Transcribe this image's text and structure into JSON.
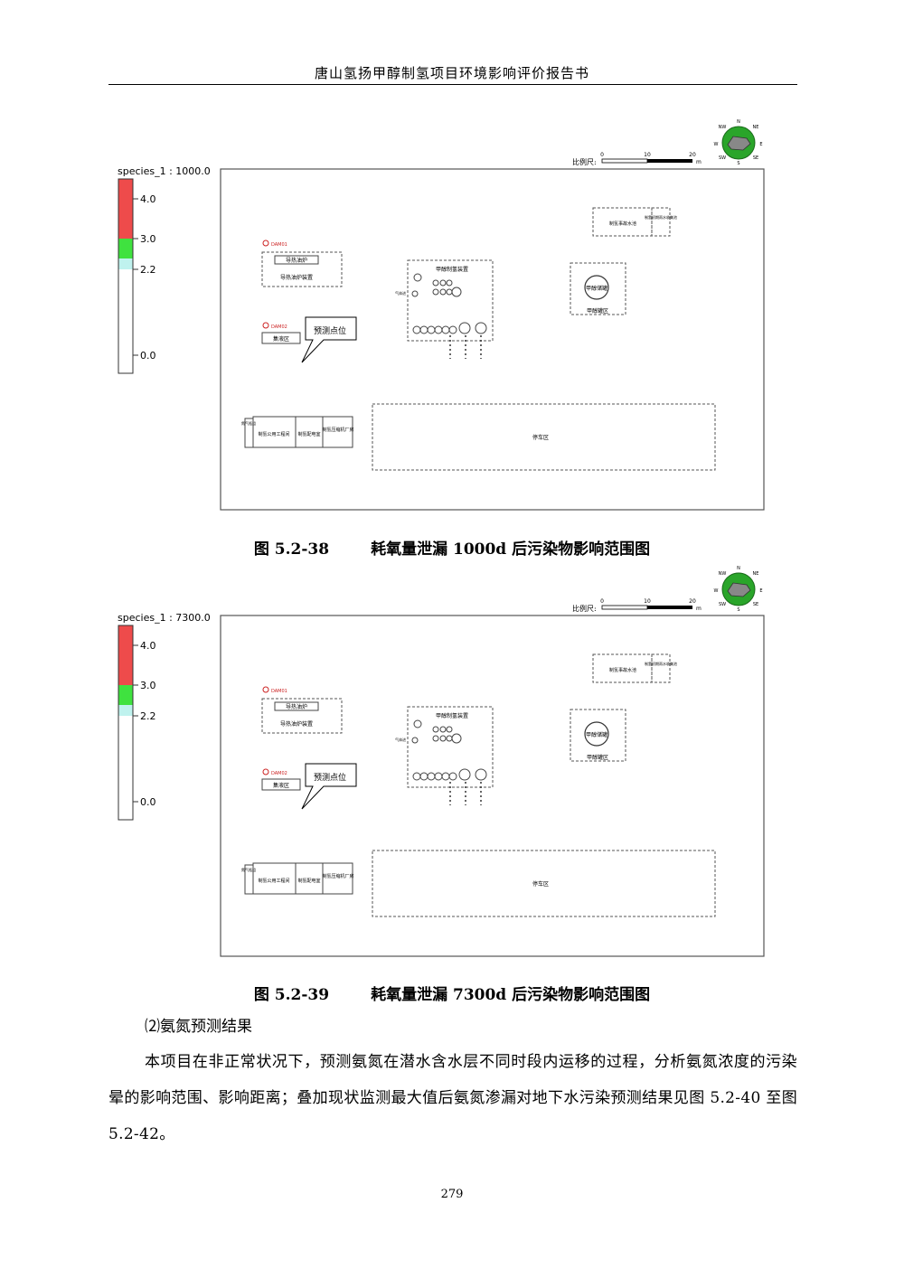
{
  "header": {
    "title": "唐山氢扬甲醇制氢项目环境影响评价报告书"
  },
  "figures": [
    {
      "species_label": "species_1 : 1000.0",
      "legend_ticks": [
        "4.0",
        "3.0",
        "2.2",
        "0.0"
      ],
      "scale_label": "比例尺:",
      "scale_ticks": [
        "0",
        "10",
        "20"
      ],
      "scale_unit": "m",
      "compass": [
        "N",
        "NE",
        "E",
        "SE",
        "S",
        "SW",
        "W",
        "NW"
      ],
      "labels": {
        "heat_furnace": "导热油炉",
        "heat_device": "导热油炉装置",
        "dam_a": "DAM01",
        "dam_b": "DAM02",
        "auxiliary": "集液区",
        "monitor_point": "预测点位",
        "methanol_unit": "甲醇制氢装置",
        "methanol_tank": "甲醇储罐",
        "tank_area": "甲醇罐区",
        "accident_pool": "制氢事故水池",
        "init_pool": "制氢初期雨水收集池",
        "parking": "停车区",
        "b1": "制氢公用工程间",
        "b2": "制氢配电室",
        "b3": "制氢压缩机厂房",
        "b0": "氮气瓶组",
        "gas_in": "气体进"
      },
      "caption_num": "图 5.2-38",
      "caption_text": "耗氧量泄漏 1000d 后污染物影响范围图"
    },
    {
      "species_label": "species_1 : 7300.0",
      "legend_ticks": [
        "4.0",
        "3.0",
        "2.2",
        "0.0"
      ],
      "scale_label": "比例尺:",
      "scale_ticks": [
        "0",
        "10",
        "20"
      ],
      "scale_unit": "m",
      "compass": [
        "N",
        "NE",
        "E",
        "SE",
        "S",
        "SW",
        "W",
        "NW"
      ],
      "labels": {
        "heat_furnace": "导热油炉",
        "heat_device": "导热油炉装置",
        "dam_a": "DAM01",
        "dam_b": "DAM02",
        "auxiliary": "集液区",
        "monitor_point": "预测点位",
        "methanol_unit": "甲醇制氢装置",
        "methanol_tank": "甲醇储罐",
        "tank_area": "甲醇罐区",
        "accident_pool": "制氢事故水池",
        "init_pool": "制氢初期雨水收集池",
        "parking": "停车区",
        "b1": "制氢公用工程间",
        "b2": "制氢配电室",
        "b3": "制氢压缩机厂房",
        "b0": "氮气瓶组",
        "gas_in": "气体进"
      },
      "caption_num": "图 5.2-39",
      "caption_text": "耗氧量泄漏 7300d 后污染物影响范围图"
    }
  ],
  "section": {
    "heading": "⑵氨氮预测结果",
    "paragraph": "本项目在非正常状况下，预测氨氮在潜水含水层不同时段内运移的过程，分析氨氮浓度的污染晕的影响范围、影响距离；叠加现状监测最大值后氨氮渗漏对地下水污染预测结果见图 5.2-40 至图 5.2-42。"
  },
  "page_number": "279",
  "colors": {
    "high": "#ee4b4b",
    "mid": "#3fe23f",
    "low": "#bff2ee",
    "compass_green": "#2aa52a"
  }
}
